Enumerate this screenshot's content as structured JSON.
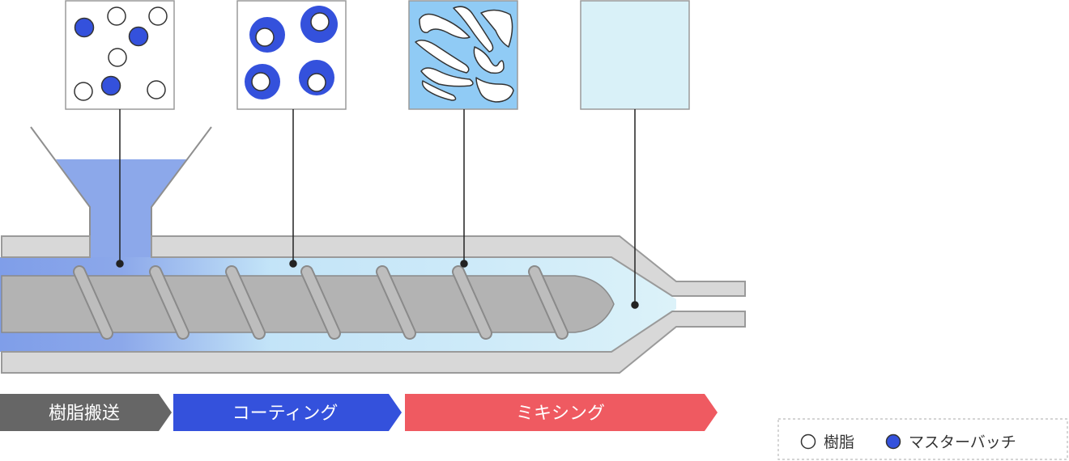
{
  "stages": [
    {
      "label": "樹脂搬送",
      "color": "#666666"
    },
    {
      "label": "コーティング",
      "color": "#3451dc"
    },
    {
      "label": "ミキシング",
      "color": "#ef5a61"
    }
  ],
  "legend": {
    "resin_label": "樹脂",
    "masterbatch_label": "マスターバッチ"
  },
  "colors": {
    "barrel": "#d8d8d8",
    "barrel_stroke": "#9a9a9a",
    "screw": "#b3b3b3",
    "feed_blue": "#8ca8ea",
    "melt_blue": "#c4e6f8",
    "masterbatch_blue": "#3451dc",
    "mixing_panel": "#90cbf5",
    "final_panel": "#d9f1f8"
  }
}
